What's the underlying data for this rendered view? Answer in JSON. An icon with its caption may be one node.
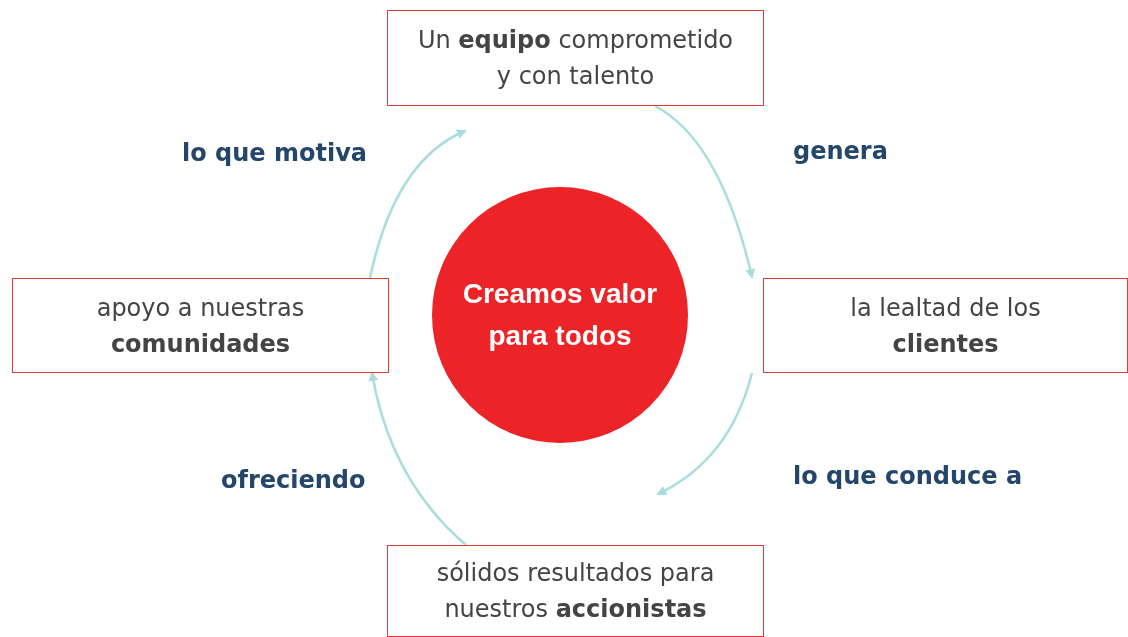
{
  "diagram": {
    "nodes": [
      {
        "text": [
          "Un **equipo** comprometido y con talento"
        ]
      },
      {
        "text": [
          "la lealtad de los **clientes**"
        ]
      },
      {
        "text": [
          "sólidos resultados para nuestros **accionistas**"
        ]
      },
      {
        "text": [
          "apoyo a nuestras **comunidades**"
        ]
      },
      {
        "text": [
          "Creamos valor para todos"
        ]
      }
    ],
    "edges": [
      {
        "from": 0,
        "to": 1,
        "arrow": "to",
        "label": "genera"
      },
      {
        "from": 1,
        "to": 2,
        "arrow": "to",
        "label": "lo que conduce a"
      },
      {
        "from": 2,
        "to": 3,
        "arrow": "to",
        "label": "ofreciendo"
      },
      {
        "from": 3,
        "to": 0,
        "arrow": "to",
        "label": "lo que motiva"
      }
    ]
  }
}
